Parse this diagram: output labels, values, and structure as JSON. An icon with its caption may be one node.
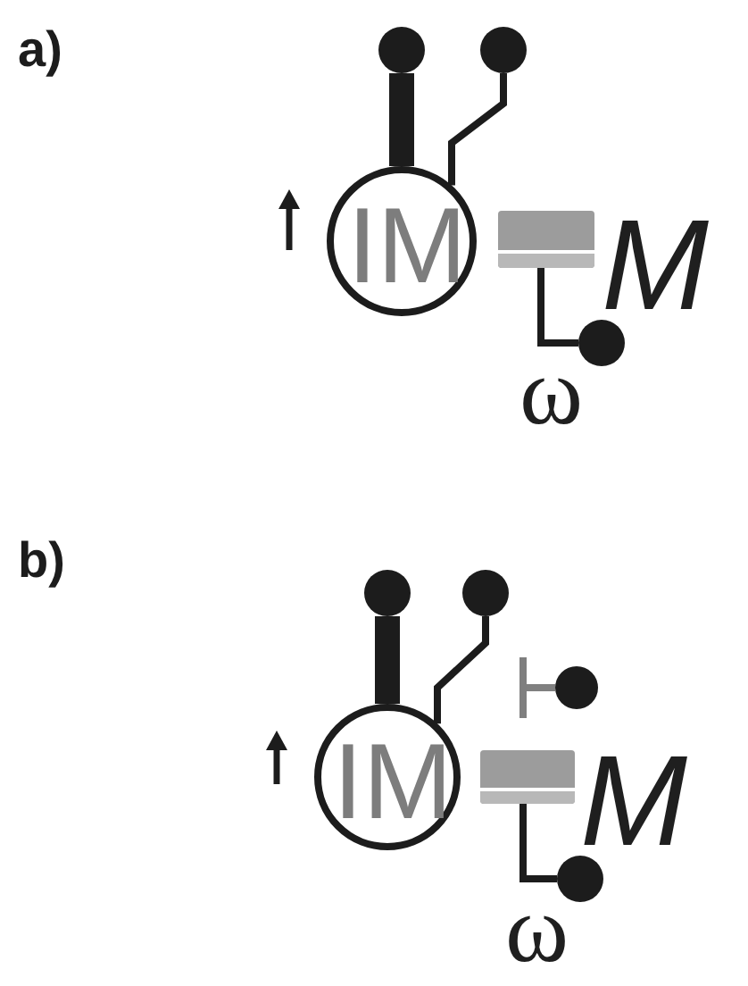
{
  "diagram": {
    "nodes": [
      {
        "text": [
          "IM"
        ]
      },
      {
        "text": [],
        "shape": "circle"
      },
      {
        "text": [],
        "shape": "circle"
      },
      {
        "text": [],
        "shape": "bar"
      },
      {
        "text": [],
        "shape": "circle"
      },
      {
        "text": [
          "IM"
        ]
      },
      {
        "text": [],
        "shape": "circle"
      },
      {
        "text": [],
        "shape": "circle"
      },
      {
        "text": [],
        "shape": "bar"
      },
      {
        "text": [],
        "shape": "circle"
      },
      {
        "text": [],
        "shape": "bar"
      },
      {
        "text": [],
        "shape": "circle"
      }
    ],
    "edges": [
      {
        "from": 0,
        "to": 1,
        "arrow": "none",
        "style": "thick"
      },
      {
        "from": 0,
        "to": 2,
        "arrow": "none"
      },
      {
        "from": 3,
        "to": 4,
        "arrow": "none"
      },
      {
        "from": 5,
        "to": 6,
        "arrow": "none",
        "style": "thick"
      },
      {
        "from": 5,
        "to": 7,
        "arrow": "none"
      },
      {
        "from": 8,
        "to": 9,
        "arrow": "none",
        "color": "#808080"
      },
      {
        "from": 10,
        "to": 11,
        "arrow": "none"
      }
    ],
    "labels": [
      "a)",
      "M",
      "ω",
      "b)",
      "M",
      "ω"
    ]
  }
}
